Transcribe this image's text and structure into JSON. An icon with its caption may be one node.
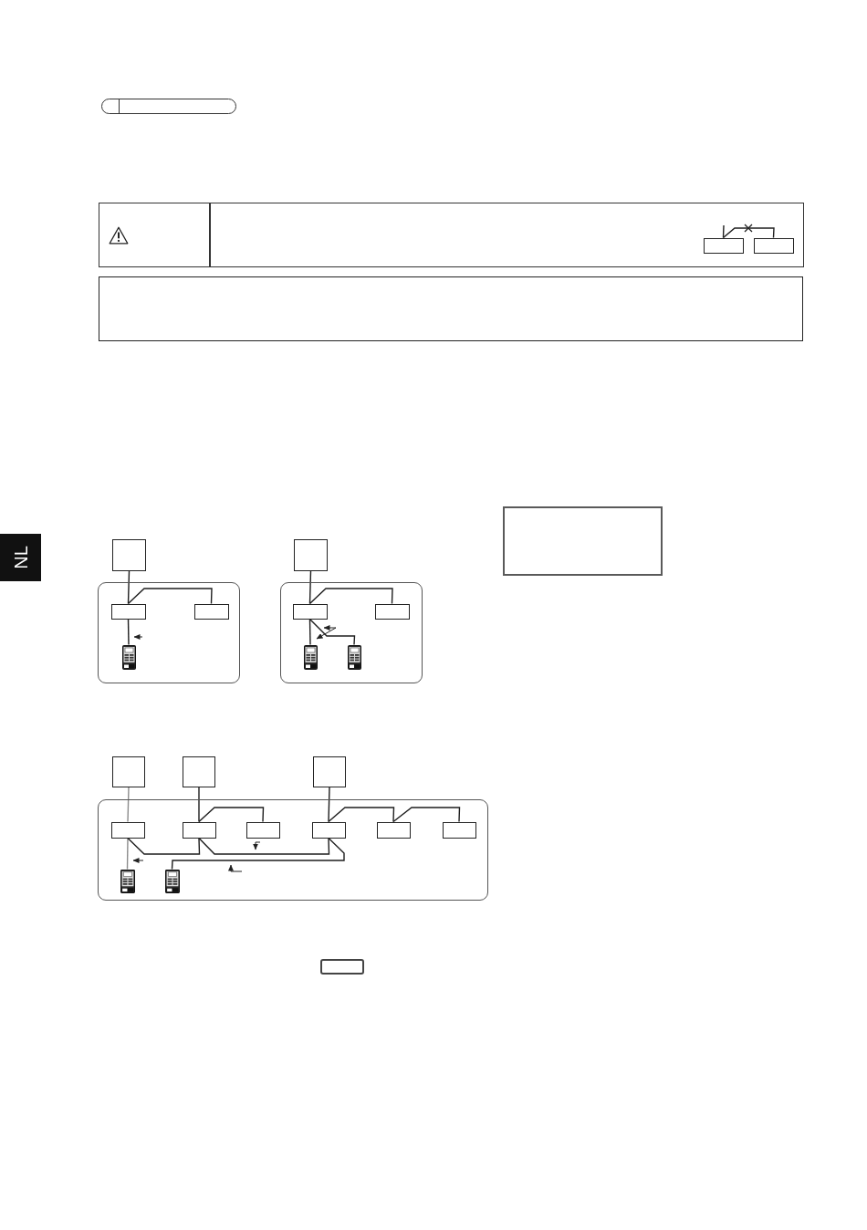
{
  "diagram": {
    "nodes": [
      {
        "text": [],
        "shape": "box"
      },
      {
        "text": [],
        "shape": "box"
      },
      {
        "text": [],
        "shape": "box",
        "in": 1
      },
      {
        "text": [],
        "shape": "box",
        "in": 1
      },
      {
        "text": [],
        "shape": "box"
      },
      {
        "text": [],
        "shape": "box"
      },
      {
        "text": [
          "NL"
        ]
      },
      {
        "text": [],
        "shape": "box"
      },
      {
        "text": [],
        "shape": "box"
      },
      {
        "text": [],
        "shape": "box",
        "in": 8
      },
      {
        "text": [],
        "shape": "box",
        "in": 8
      },
      {
        "text": [],
        "shape": "picture",
        "in": 8
      },
      {
        "text": [],
        "shape": "box"
      },
      {
        "text": [],
        "shape": "box"
      },
      {
        "text": [],
        "shape": "box",
        "in": 13
      },
      {
        "text": [],
        "shape": "box",
        "in": 13
      },
      {
        "text": [],
        "shape": "picture",
        "in": 13
      },
      {
        "text": [],
        "shape": "picture",
        "in": 13
      },
      {
        "text": [],
        "shape": "box"
      },
      {
        "text": [],
        "shape": "box"
      },
      {
        "text": [],
        "shape": "box"
      },
      {
        "text": [],
        "shape": "box"
      },
      {
        "text": [],
        "shape": "box",
        "in": 21
      },
      {
        "text": [],
        "shape": "box",
        "in": 21
      },
      {
        "text": [],
        "shape": "box",
        "in": 21
      },
      {
        "text": [],
        "shape": "box",
        "in": 21
      },
      {
        "text": [],
        "shape": "box",
        "in": 21
      },
      {
        "text": [],
        "shape": "box",
        "in": 21
      },
      {
        "text": [],
        "shape": "picture",
        "in": 21
      },
      {
        "text": [],
        "shape": "picture",
        "in": 21
      },
      {
        "text": [],
        "shape": "box"
      }
    ],
    "edges": [
      {
        "from": null,
        "to": 2,
        "arrow": "none"
      },
      {
        "from": 2,
        "to": 3,
        "arrow": "none"
      },
      {
        "from": 7,
        "to": 9,
        "arrow": "none"
      },
      {
        "from": 9,
        "to": 10,
        "arrow": "none"
      },
      {
        "from": 9,
        "to": 11,
        "arrow": "none"
      },
      {
        "from": 12,
        "to": 14,
        "arrow": "none"
      },
      {
        "from": 14,
        "to": 15,
        "arrow": "none"
      },
      {
        "from": 14,
        "to": 16,
        "arrow": "none"
      },
      {
        "from": 14,
        "to": 17,
        "arrow": "none"
      },
      {
        "from": 18,
        "to": 22,
        "arrow": "none",
        "color": "#8c8c8c"
      },
      {
        "from": 19,
        "to": 23,
        "arrow": "none"
      },
      {
        "from": 23,
        "to": 24,
        "arrow": "none"
      },
      {
        "from": 20,
        "to": 25,
        "arrow": "none"
      },
      {
        "from": 25,
        "to": 26,
        "arrow": "none"
      },
      {
        "from": 26,
        "to": 27,
        "arrow": "none"
      },
      {
        "from": 22,
        "to": 28,
        "arrow": "none",
        "color": "#8c8c8c"
      },
      {
        "from": 22,
        "to": 23,
        "arrow": "none"
      },
      {
        "from": 23,
        "to": 25,
        "arrow": "none"
      },
      {
        "from": 25,
        "to": 29,
        "arrow": "none"
      }
    ]
  }
}
